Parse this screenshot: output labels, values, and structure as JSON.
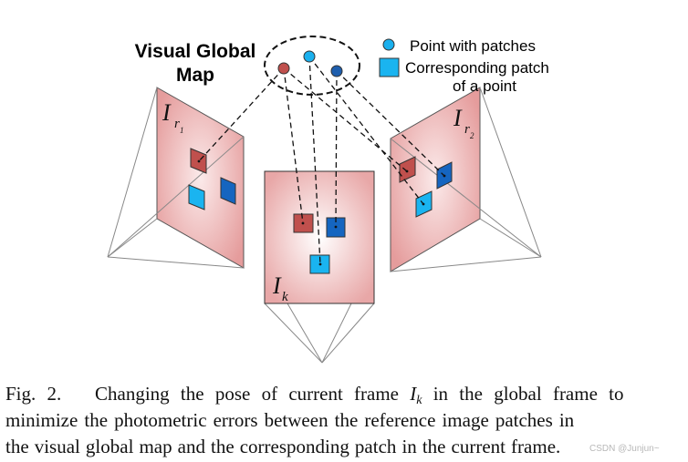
{
  "map": {
    "title_line1": "Visual Global",
    "title_line2": "Map"
  },
  "legend": {
    "point_label": "Point with patches",
    "patch_label_line1": "Corresponding patch",
    "patch_label_line2": "of a point"
  },
  "frames": {
    "left_symbol": "I",
    "left_subscript_main": "r",
    "left_subscript_index": "1",
    "center_symbol": "I",
    "center_subscript": "k",
    "right_symbol": "I",
    "right_subscript_main": "r",
    "right_subscript_index": "2"
  },
  "caption": {
    "fig_label": "Fig. 2.",
    "part1": "Changing the pose of current frame",
    "symbol": "I",
    "symbol_sub": "k",
    "part2": "in the global frame to",
    "line2": "minimize the photometric errors between the reference image patches in",
    "line3": "the visual global map and the corresponding patch in the current frame."
  },
  "watermark": "CSDN @Junjun~",
  "colors": {
    "red_point": "#c0504d",
    "cyan_point": "#1ab0ee",
    "blue_point": "#1f5fae",
    "red_patch": "#c0504d",
    "cyan_patch": "#1ab4f0",
    "blue_patch": "#1565c0",
    "frame_tint": "#e8a7a7"
  }
}
